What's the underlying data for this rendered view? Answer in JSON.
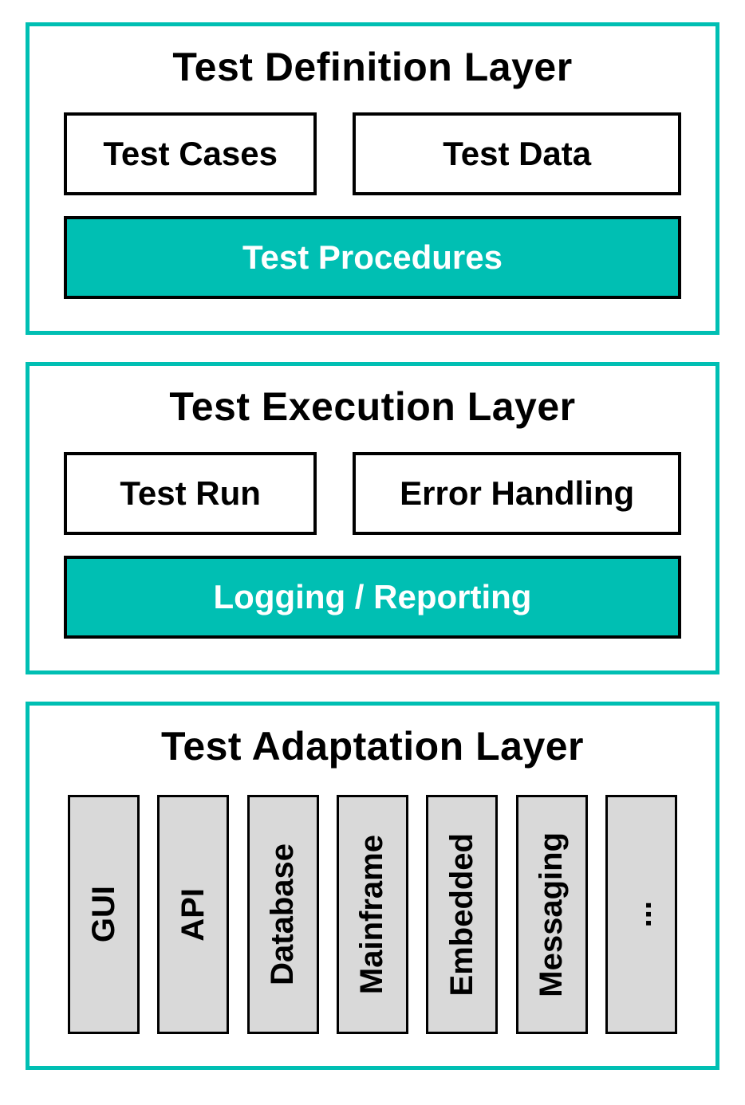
{
  "colors": {
    "teal": "#00bfb3",
    "gray": "#d9d9d9",
    "box_border": "#000000",
    "text": "#000000",
    "highlight_text": "#ffffff"
  },
  "layers": [
    {
      "title": "Test Definition Layer",
      "boxes": [
        "Test Cases",
        "Test Data"
      ],
      "highlight": "Test Procedures"
    },
    {
      "title": "Test Execution Layer",
      "boxes": [
        "Test Run",
        "Error Handling"
      ],
      "highlight": "Logging / Reporting"
    },
    {
      "title": "Test Adaptation Layer",
      "adapters": [
        "GUI",
        "API",
        "Database",
        "Mainframe",
        "Embedded",
        "Messaging",
        "..."
      ]
    }
  ]
}
